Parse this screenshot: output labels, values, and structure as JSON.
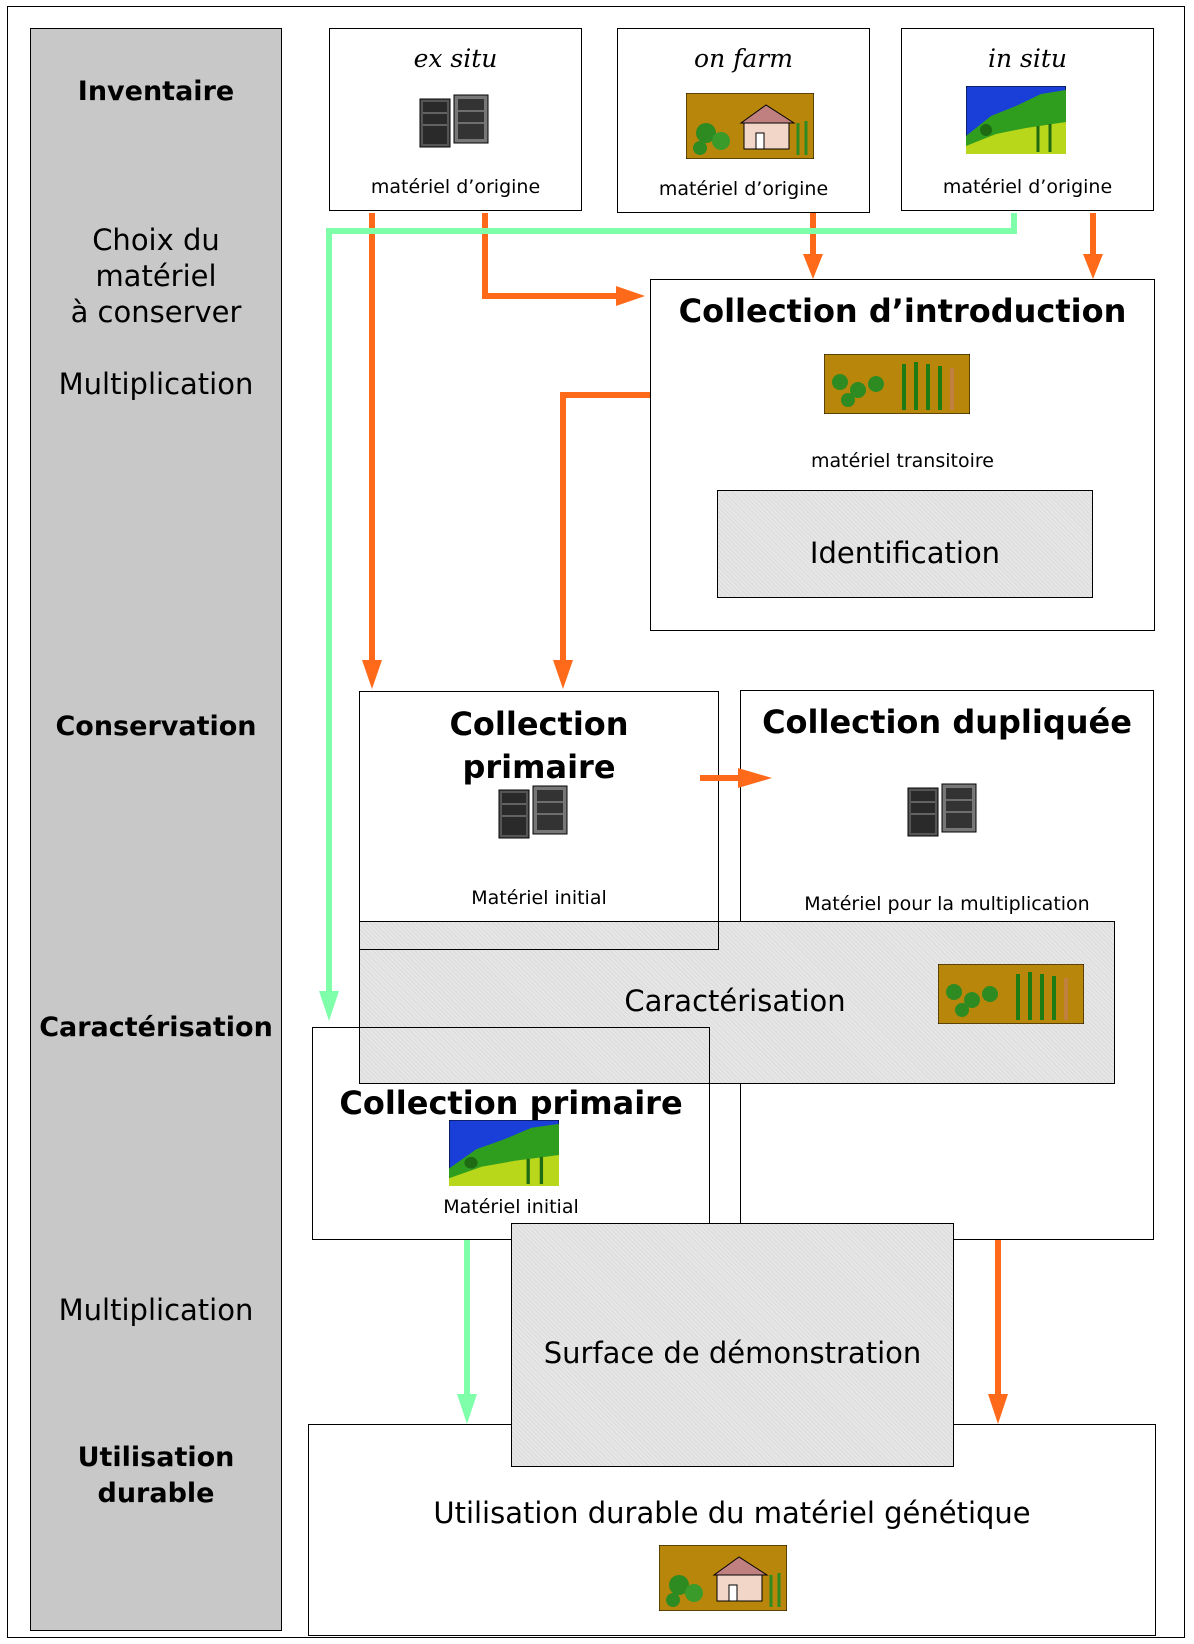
{
  "sidebar": {
    "inventory": "Inventaire",
    "choice": [
      "Choix du",
      "matériel",
      "à conserver"
    ],
    "multiplication_1": "Multiplication",
    "conservation": "Conservation",
    "characterization": "Caractérisation",
    "multiplication_2": "Multiplication",
    "sustainable_use": [
      "Utilisation",
      "durable"
    ]
  },
  "sources": [
    {
      "label": "ex situ",
      "caption": "matériel d’origine",
      "icon": "server-icon"
    },
    {
      "label": "on farm",
      "caption": "matériel d’origine",
      "icon": "farm-icon"
    },
    {
      "label": "in situ",
      "caption": "matériel d’origine",
      "icon": "landscape-icon"
    }
  ],
  "introduction_collection": {
    "title": "Collection d’introduction",
    "caption": "matériel transitoire",
    "identification": "Identification"
  },
  "primary_collection": {
    "title": [
      "Collection",
      "primaire"
    ],
    "caption": "Matériel initial"
  },
  "duplicate_collection": {
    "title": "Collection dupliquée",
    "caption": "Matériel pour la multiplication"
  },
  "characterization_box": {
    "label": "Caractérisation"
  },
  "primary_collection_insitu": {
    "title": "Collection primaire",
    "caption": "Matériel initial"
  },
  "demonstration": {
    "label": "Surface de démonstration"
  },
  "sustainable_use_box": {
    "label": "Utilisation durable du matériel génétique"
  },
  "colors": {
    "orange_arrow": "#ff6a1a",
    "green_arrow": "#80ffaa",
    "sidebar_grey": "#c8c8c8",
    "box_grey": "#e2e2e2"
  }
}
